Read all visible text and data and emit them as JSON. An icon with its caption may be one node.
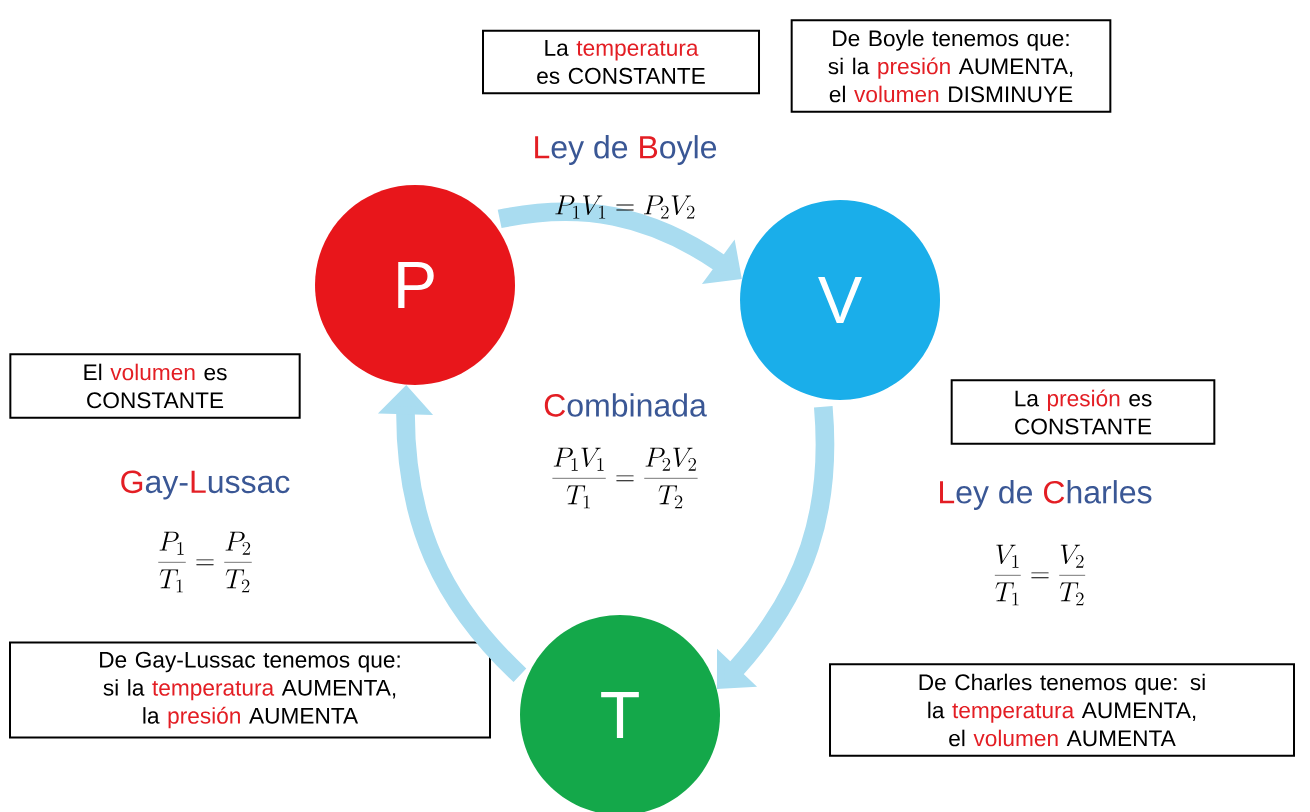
{
  "diagram": {
    "nodes": [
      {
        "text": [
          "La **temperatura** es CONSTANTE"
        ]
      },
      {
        "text": [
          "De Boyle tenemos que: si la **presión** AUMENTA, el **volumen** DISMINUYE"
        ]
      },
      {
        "text": [
          "P"
        ]
      },
      {
        "text": [
          "V"
        ]
      },
      {
        "text": [
          "El **volumen** es CONSTANTE"
        ]
      },
      {
        "text": [
          "La **presión** es CONSTANTE"
        ]
      },
      {
        "text": [
          "De Gay-Lussac tenemos que: si la **temperatura** AUMENTA, la **presión** AUMENTA"
        ]
      },
      {
        "text": [
          "T"
        ]
      },
      {
        "text": [
          "De Charles tenemos que: si la **temperatura** AUMENTA, el **volumen** AUMENTA"
        ]
      }
    ],
    "edges": [
      {
        "from": 2,
        "to": 3,
        "arrow": "to"
      },
      {
        "from": 3,
        "to": 7,
        "arrow": "to"
      },
      {
        "from": 7,
        "to": 2,
        "arrow": "to"
      }
    ],
    "labels": [
      "**L**ey de **B**oyle",
      "P_1V_1 = P_2V_2",
      "**C**ombinada",
      "\\frac{P_1V_1}{T_1} = \\frac{P_2V_2}{T_2}",
      "**G**ay-**L**ussac",
      "\\frac{P_1}{T_1} = \\frac{P_2}{T_2}",
      "**L**ey de **C**harles",
      "\\frac{V_1}{T_1} = \\frac{V_2}{T_2}"
    ]
  }
}
